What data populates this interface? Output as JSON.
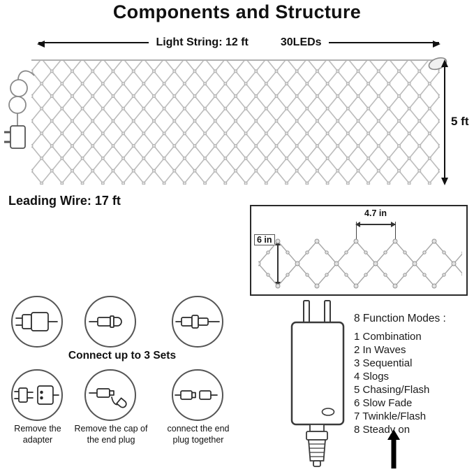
{
  "title": "Components and Structure",
  "net": {
    "length_label": "Light String: 12 ft",
    "leds_label": "30LEDs",
    "height_label": "5 ft",
    "leading_wire_label": "Leading Wire: 17 ft"
  },
  "detail_box": {
    "spacing_label": "4.7 in",
    "drop_label": "6 in"
  },
  "connect": {
    "title": "Connect up to 3 Sets",
    "captions": [
      "Remove the adapter",
      "Remove the cap of the end plug",
      "connect the end plug together"
    ]
  },
  "modes": {
    "title": "8 Function Modes :",
    "items": [
      "1 Combination",
      "2 In Waves",
      "3 Sequential",
      "4 Slogs",
      "5 Chasing/Flash",
      "6 Slow Fade",
      "7 Twinkle/Flash",
      "8 Steady on"
    ]
  },
  "colors": {
    "arrow_line": "#111111",
    "net_wire": "#b8b8b8",
    "bulb_fill": "#e2e2e2"
  }
}
